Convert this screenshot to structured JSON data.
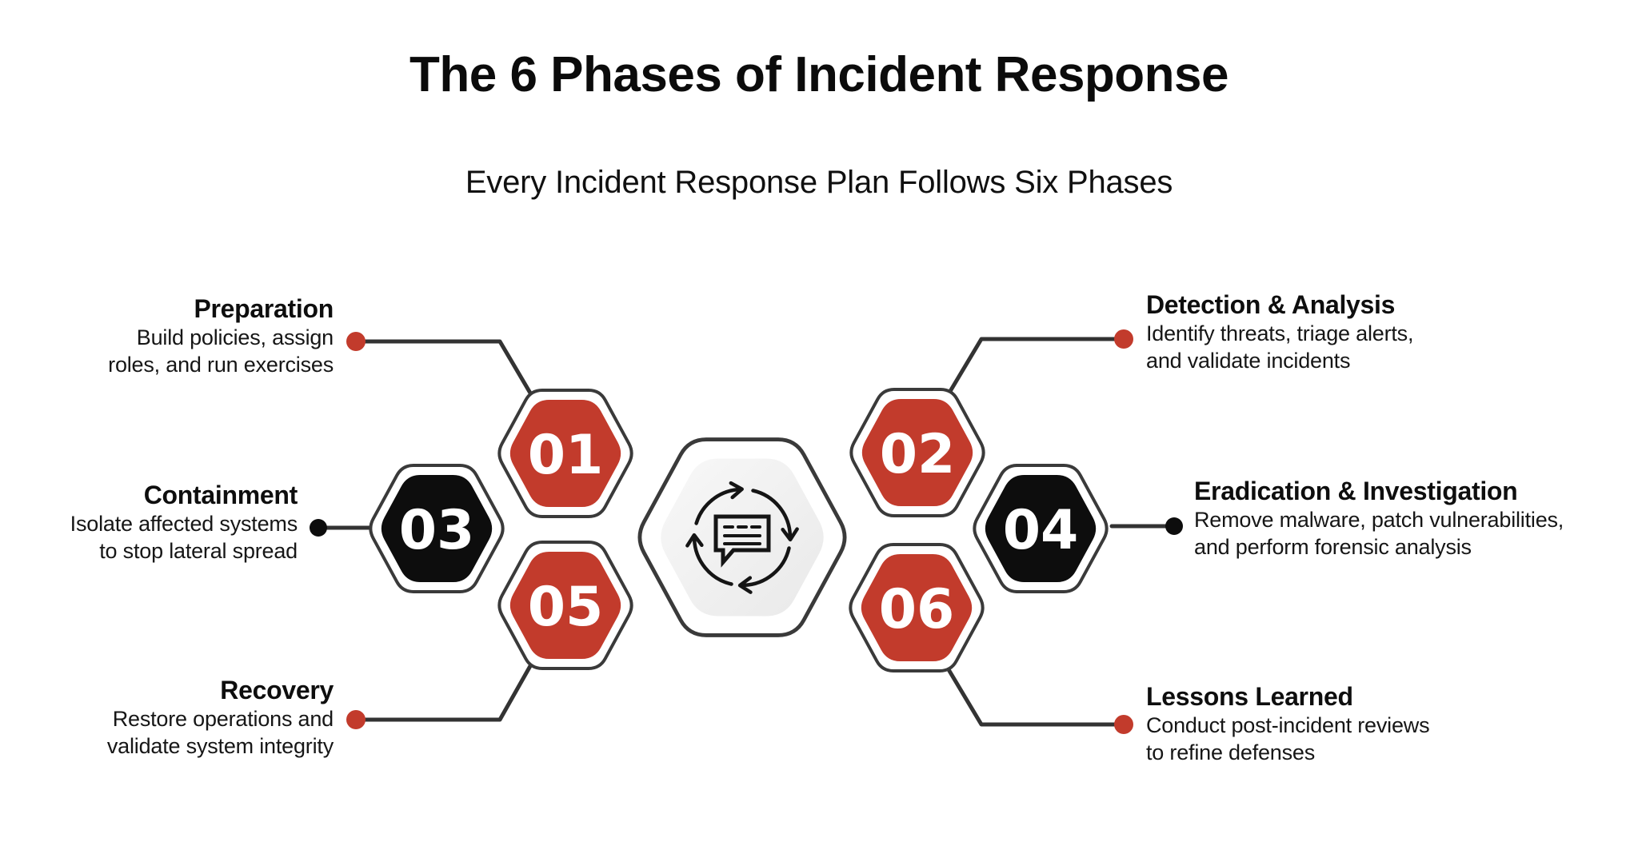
{
  "title": "The 6 Phases of Incident Response",
  "subtitle": "Every Incident Response Plan Follows Six Phases",
  "colors": {
    "red": "#c23b2c",
    "black": "#0d0d0d",
    "line": "#333333",
    "outline": "#3a3a3a",
    "white": "#ffffff",
    "center_fill_light": "#f7f7f7",
    "center_fill_dark": "#eaeaea"
  },
  "center": {
    "icon": "chat-refresh-cycle-icon"
  },
  "phases": [
    {
      "number": "01",
      "name": "Preparation",
      "description": "Build policies, assign\nroles, and run exercises",
      "color": "#c23b2c",
      "dot_color": "#c23b2c"
    },
    {
      "number": "02",
      "name": "Detection & Analysis",
      "description": "Identify threats, triage alerts,\nand validate incidents",
      "color": "#c23b2c",
      "dot_color": "#c23b2c"
    },
    {
      "number": "03",
      "name": "Containment",
      "description": "Isolate affected systems\nto stop lateral spread",
      "color": "#0d0d0d",
      "dot_color": "#0d0d0d"
    },
    {
      "number": "04",
      "name": "Eradication & Investigation",
      "description": "Remove malware, patch vulnerabilities,\nand perform forensic analysis",
      "color": "#0d0d0d",
      "dot_color": "#0d0d0d"
    },
    {
      "number": "05",
      "name": "Recovery",
      "description": "Restore operations and\nvalidate system integrity",
      "color": "#c23b2c",
      "dot_color": "#c23b2c"
    },
    {
      "number": "06",
      "name": "Lessons Learned",
      "description": "Conduct post-incident reviews\nto refine defenses",
      "color": "#c23b2c",
      "dot_color": "#c23b2c"
    }
  ]
}
